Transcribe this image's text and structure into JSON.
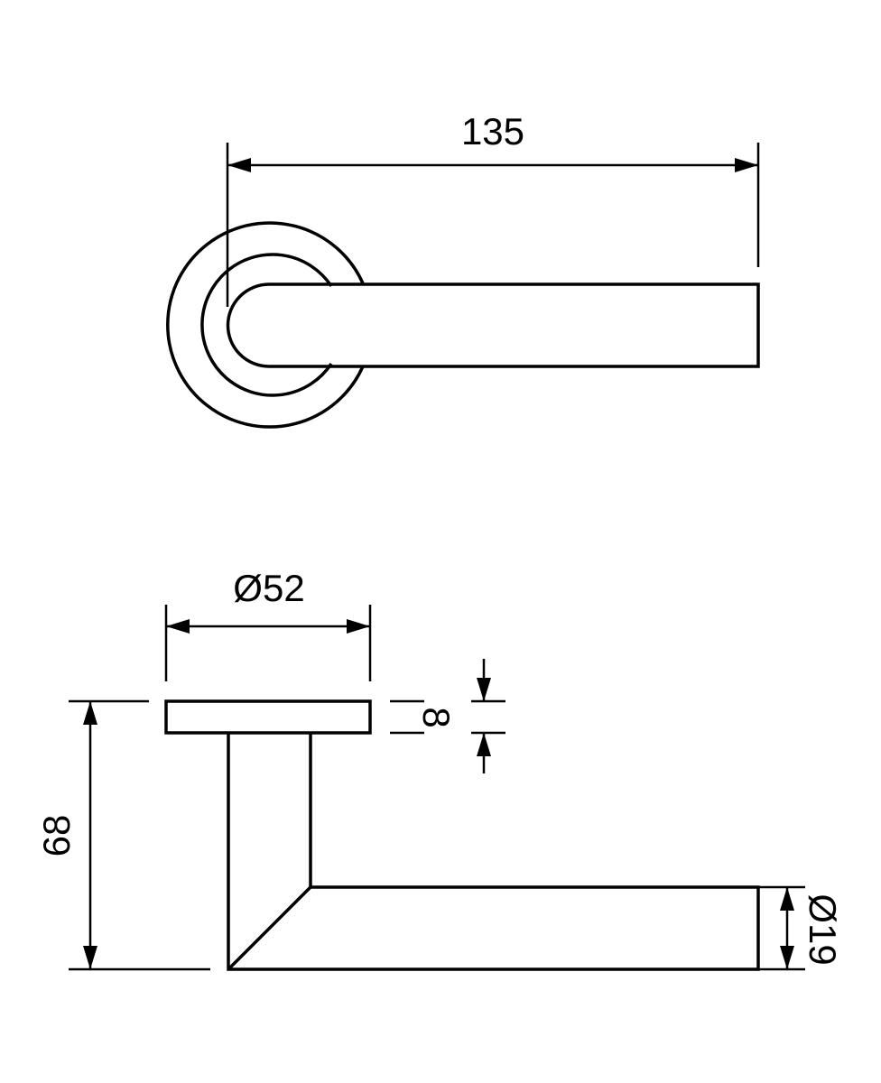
{
  "drawing": {
    "top_view": {
      "length_label": "135"
    },
    "side_view": {
      "rose_diameter_label": "Ø52",
      "rose_thickness_label": "8",
      "height_label": "68",
      "lever_diameter_label": "Ø19"
    }
  },
  "colors": {
    "line": "#000000",
    "background": "#ffffff"
  }
}
